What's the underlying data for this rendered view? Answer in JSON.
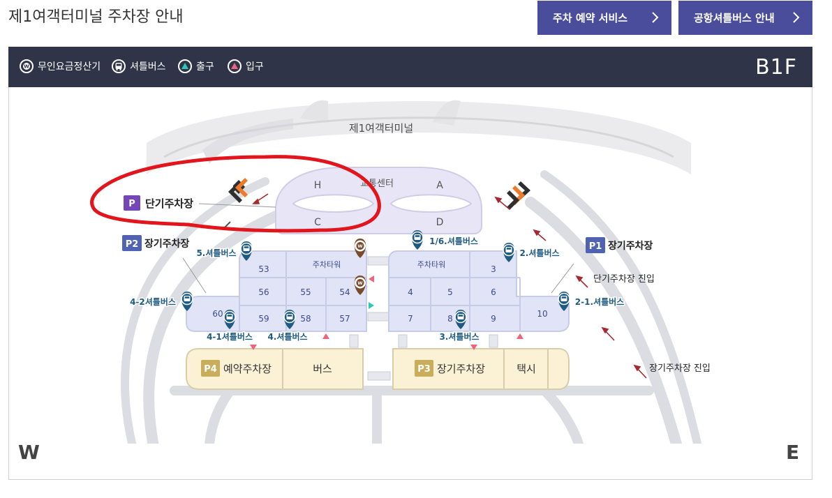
{
  "page": {
    "title": "제1여객터미널 주차장 안내"
  },
  "buttons": {
    "reservation": "주차 예약 서비스",
    "shuttle": "공항셔틀버스 안내"
  },
  "legend": {
    "items": [
      {
        "icon": "payment-kiosk-icon",
        "label": "무인요금정산기"
      },
      {
        "icon": "shuttle-bus-icon",
        "label": "셔틀버스"
      },
      {
        "icon": "exit-icon",
        "label": "출구"
      },
      {
        "icon": "entrance-icon",
        "label": "입구"
      }
    ],
    "floor": "B1F"
  },
  "map": {
    "terminal": "제1여객터미널",
    "transport_center": "교통센터",
    "zones": {
      "h": "H",
      "a": "A",
      "c": "C",
      "d": "D"
    },
    "short_term": {
      "badge": "P",
      "label": "단기주차장"
    },
    "p1": {
      "badge": "P1",
      "label": "장기주차장"
    },
    "p2": {
      "badge": "P2",
      "label": "장기주차장"
    },
    "p3": {
      "badge": "P3",
      "label": "장기주차장"
    },
    "p4": {
      "badge": "P4",
      "label": "예약주차장"
    },
    "bus_area": "버스",
    "taxi_area": "택시",
    "parking_tower": "주차타워",
    "west_lots": {
      "r1": "53",
      "r2a": "56",
      "r2b": "55",
      "r2c": "54",
      "r3a": "60",
      "r3b": "59",
      "r3c": "58",
      "r3d": "57"
    },
    "east_lots": {
      "r1": "3",
      "r2a": "4",
      "r2b": "5",
      "r2c": "6",
      "r3a": "7",
      "r3b": "8",
      "r3c": "9",
      "r3d": "10"
    },
    "shuttle_stops": {
      "s16": "1/6.셔틀버스",
      "s2": "2.셔틀버스",
      "s21": "2-1.셔틀버스",
      "s3": "3.셔틀버스",
      "s4": "4.셔틀버스",
      "s41": "4-1셔틀버스",
      "s42": "4-2셔틀버스",
      "s5": "5.셔틀버스"
    },
    "short_term_entry": "단기주차장 진입",
    "long_term_entry": "장기주차장 진입",
    "compass": {
      "west": "W",
      "east": "E"
    }
  },
  "colors": {
    "button": "#4a4c9c",
    "legend_bar": "#2f3448",
    "lot_fill": "#e1e4f7",
    "lot_stroke": "#c6cbe6",
    "p3p4_fill": "#fbf2d6",
    "badge_blue": "#4f62b4",
    "badge_purple": "#7546b5",
    "badge_gold": "#c9ad5a",
    "pin_bus": "#1e5b83",
    "pin_kiosk": "#7a4a2c",
    "annotation_red": "#e2141c"
  }
}
